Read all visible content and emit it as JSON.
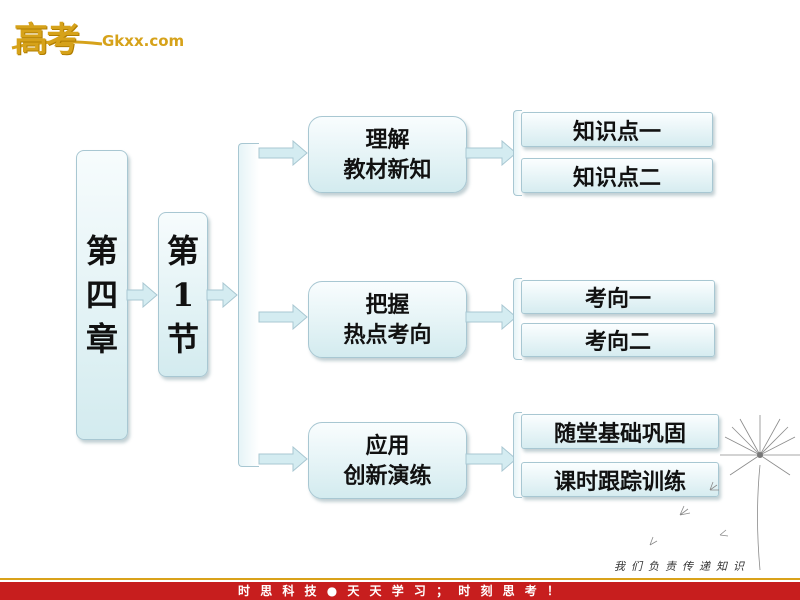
{
  "logo": {
    "brand_cn": "高考",
    "brand_en": "Gkxx.com"
  },
  "chapter": {
    "label": [
      "第",
      "四",
      "章"
    ]
  },
  "section": {
    "label": [
      "第",
      "1",
      "节"
    ]
  },
  "groups": [
    {
      "title": [
        "理解",
        "教材新知"
      ],
      "items": [
        "知识点一",
        "知识点二"
      ]
    },
    {
      "title": [
        "把握",
        "热点考向"
      ],
      "items": [
        "考向一",
        "考向二"
      ]
    },
    {
      "title": [
        "应用",
        "创新演练"
      ],
      "items": [
        "随堂基础巩固",
        "课时跟踪训练"
      ]
    }
  ],
  "slogan": "我们负责传递知识",
  "footer": {
    "text": "时 思 科 技 ● 天 天 学 习 ； 时 刻 思 考 ！"
  },
  "colors": {
    "box_border": "#a8c7d2",
    "box_fill": "#d3ebef",
    "logo_gold": "#d6a21a",
    "footer_red": "#c71e1e"
  }
}
